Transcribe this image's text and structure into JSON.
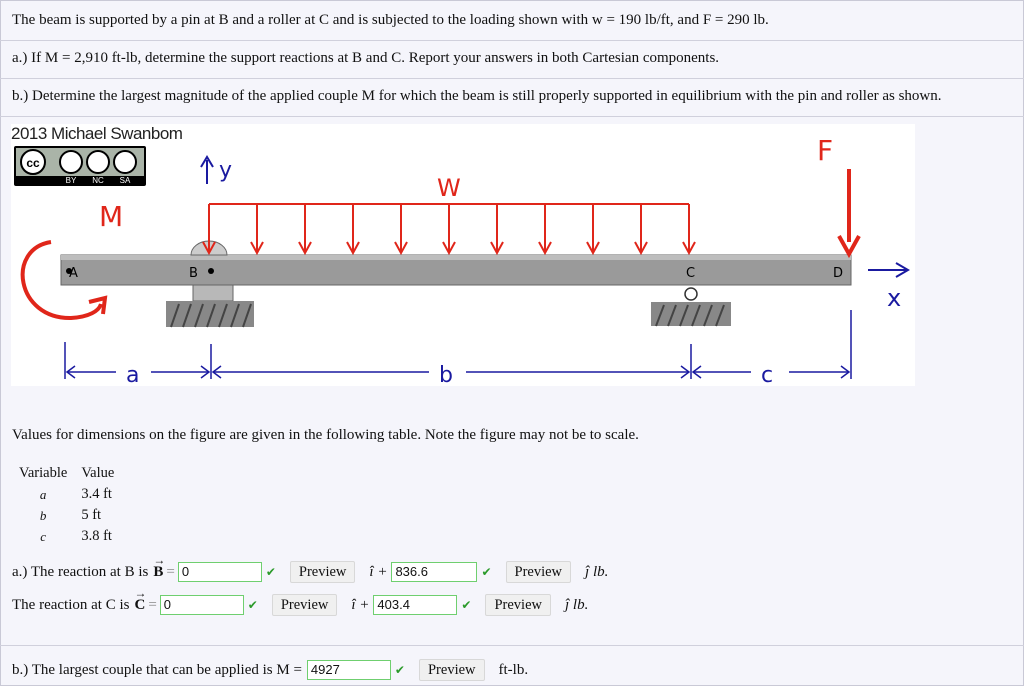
{
  "problem": {
    "intro": "The beam is supported by a pin at B and a roller at C and is subjected to the loading shown with w = 190 lb/ft, and F = 290 lb.",
    "part_a": "a.) If M = 2,910 ft-lb, determine the support reactions at B and C. Report your answers in both Cartesian components.",
    "part_b": "b.) Determine the largest magnitude of the applied couple M for which the beam is still properly supported in equilibrium with the pin and roller as shown."
  },
  "figure": {
    "credit": "2013 Michael Swanbom",
    "license_badge": [
      "BY",
      "NC",
      "SA"
    ],
    "labels": {
      "F": "F",
      "W": "W",
      "M": "M",
      "y": "y",
      "x": "x",
      "A": "A",
      "B": "B",
      "C": "C",
      "D": "D",
      "a": "a",
      "b": "b",
      "c": "c"
    }
  },
  "note": "Values for dimensions on the figure are given in the following table. Note the figure may not be to scale.",
  "table": {
    "headers": [
      "Variable",
      "Value"
    ],
    "rows": [
      {
        "var": "a",
        "value": "3.4 ft"
      },
      {
        "var": "b",
        "value": "5 ft"
      },
      {
        "var": "c",
        "value": "3.8 ft"
      }
    ]
  },
  "answers": {
    "reaction_B_label": "a.) The reaction at B is",
    "reaction_B_i": "0",
    "reaction_B_j": "836.6",
    "reaction_C_label": "The reaction at C is",
    "reaction_C_i": "0",
    "reaction_C_j": "403.4",
    "couple_label": "b.) The largest couple that can be applied is M =",
    "couple_value": "4927",
    "couple_unit": "ft-lb.",
    "preview_label": "Preview",
    "i_unit": "î +",
    "j_unit": "ĵ lb."
  },
  "colors": {
    "load": "#e0261a",
    "beam": "#9a9a9a",
    "check": "#2a9a2a",
    "field_border": "#6fcf6f"
  }
}
